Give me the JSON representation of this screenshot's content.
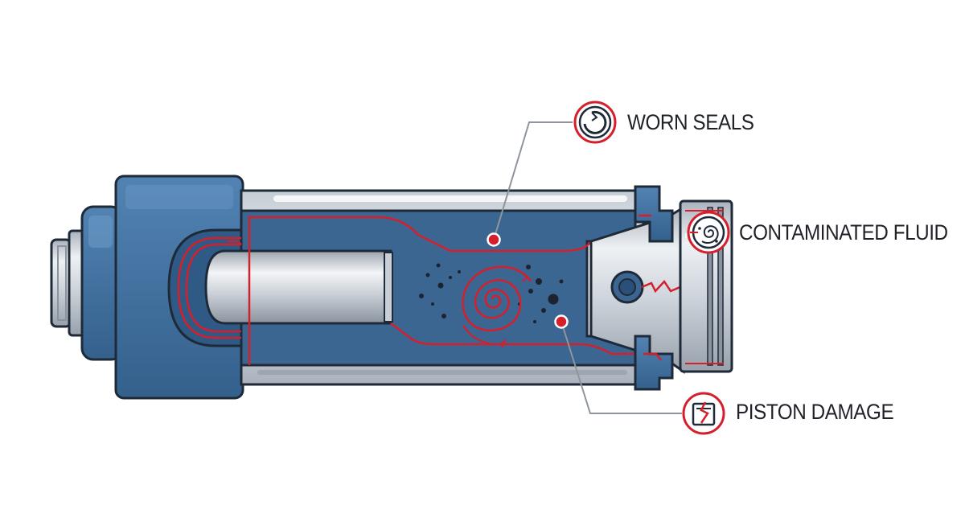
{
  "callouts": {
    "worn_seals": {
      "label": "WORN SEALS",
      "icon": "worn-seal-ring-icon"
    },
    "contaminated_fluid": {
      "label": "CONTAMINATED FLUID",
      "icon": "fluid-swirl-icon"
    },
    "piston_damage": {
      "label": "PISTON DAMAGE",
      "icon": "cracked-piston-icon"
    }
  },
  "colors": {
    "cylinder_blue": "#3f6f9e",
    "cylinder_blue_dark": "#2f5a85",
    "chamber_blue": "#3c6692",
    "steel_light": "#e3e7ec",
    "steel_mid": "#b9c0c9",
    "outline": "#1f2a38",
    "alert_red": "#d41f2c",
    "leader_gray": "#8e959d"
  }
}
